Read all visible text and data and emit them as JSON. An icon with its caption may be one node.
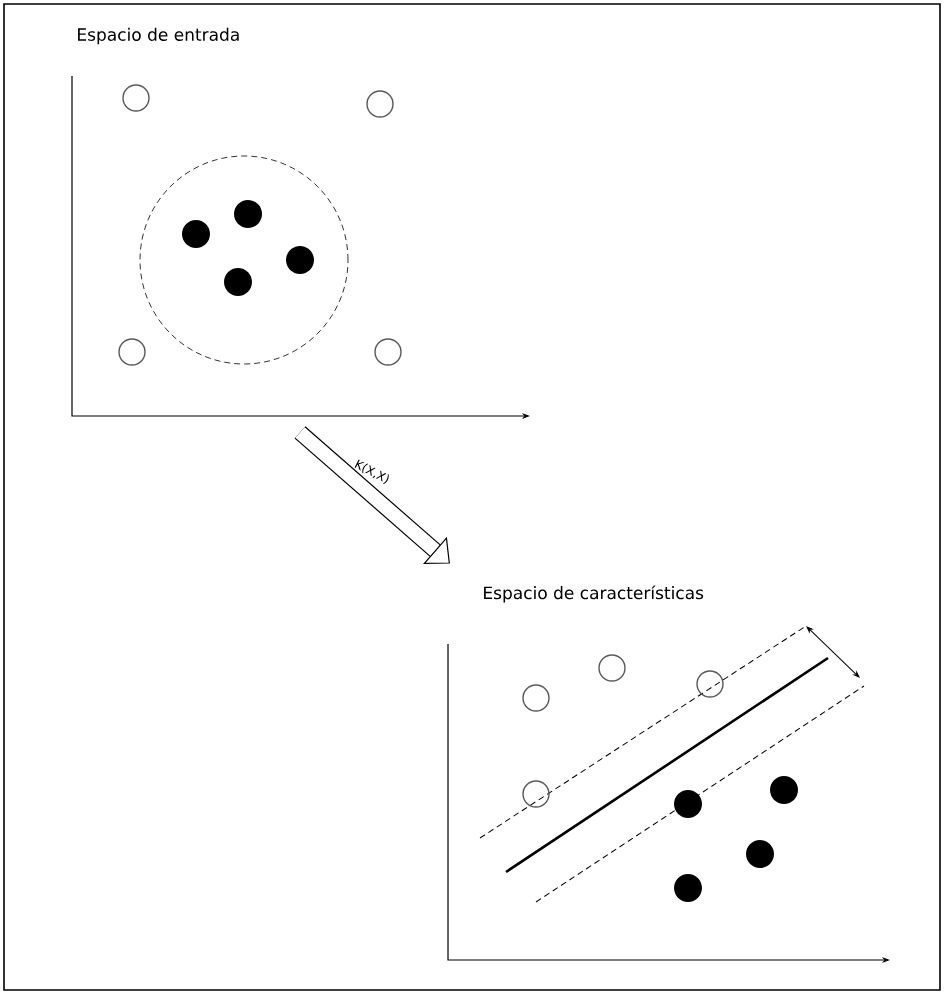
{
  "diagram": {
    "nodes": [
      {
        "text": [
          "Espacio de entrada"
        ]
      },
      {
        "text": [
          "Espacio de características"
        ]
      }
    ],
    "edges": [
      {
        "from": 0,
        "to": 1,
        "arrow": "to",
        "label": "K(X,X)"
      }
    ]
  }
}
